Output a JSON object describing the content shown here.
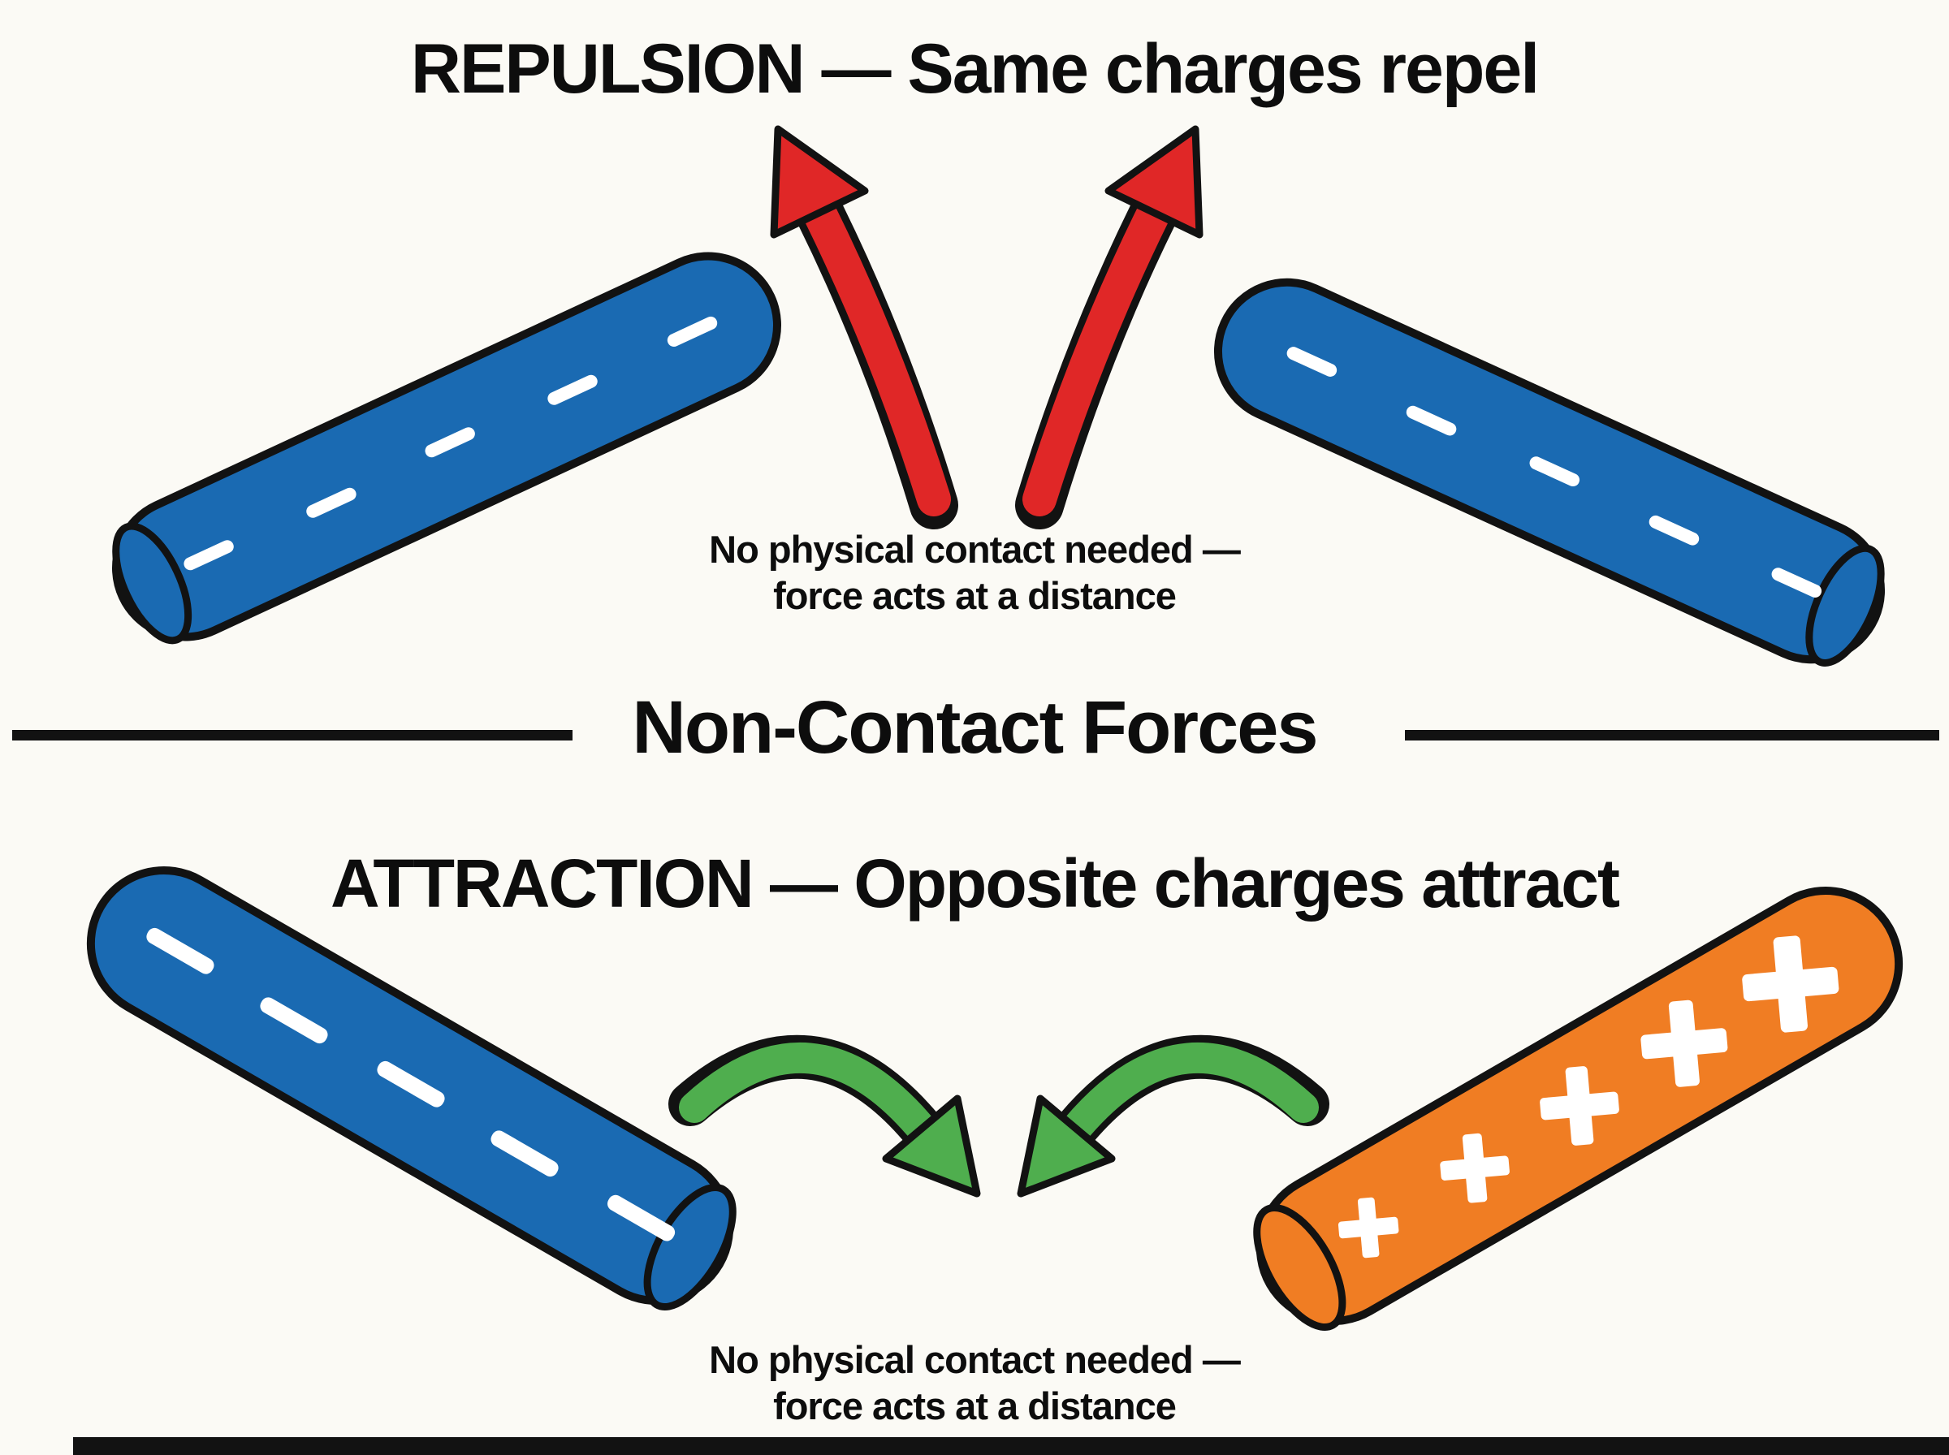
{
  "colors": {
    "rod_blue": "#1A6AB2",
    "rod_orange": "#F07D23",
    "arrow_red": "#E02727",
    "arrow_green": "#4FAE4E",
    "sign_white": "#FFFFFF",
    "outline": "#121212",
    "text": "#0D0D0D",
    "background": "#FBFAF5"
  },
  "top_section": {
    "title": "REPULSION — Same charges repel",
    "caption": {
      "line1": "No physical contact needed —",
      "line2": "force acts at a distance"
    },
    "left_rod": {
      "charge_sign": "−",
      "sign_count": 5,
      "color_name": "blue"
    },
    "right_rod": {
      "charge_sign": "−",
      "sign_count": 5,
      "color_name": "blue"
    },
    "arrows": {
      "direction": "diverging",
      "color_name": "red"
    }
  },
  "divider": {
    "title": "Non-Contact Forces"
  },
  "bottom_section": {
    "title": "ATTRACTION — Opposite charges attract",
    "caption": {
      "line1": "No physical contact needed —",
      "line2": "force acts at a distance"
    },
    "left_rod": {
      "charge_sign": "−",
      "sign_count": 5,
      "color_name": "blue"
    },
    "right_rod": {
      "charge_sign": "+",
      "sign_count": 5,
      "color_name": "orange"
    },
    "arrows": {
      "direction": "converging",
      "color_name": "green"
    }
  }
}
